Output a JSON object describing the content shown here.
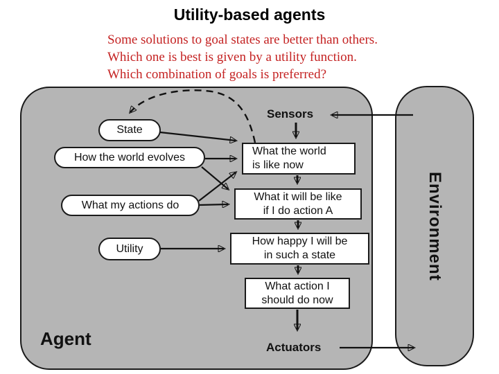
{
  "slide": {
    "title": "Utility-based agents",
    "intro_lines": [
      "Some solutions to goal states are better than others.",
      "Which one is best is given by a utility function.",
      "Which combination of goals is preferred?"
    ]
  },
  "diagram": {
    "agent_label": "Agent",
    "environment_label": "Environment",
    "sensors_label": "Sensors",
    "actuators_label": "Actuators",
    "ellipses": {
      "state": "State",
      "world_evolves": "How the world evolves",
      "actions": "What my actions do",
      "utility": "Utility"
    },
    "boxes": {
      "world_now": {
        "line1": "What the world",
        "line2": "is like now"
      },
      "future": {
        "line1": "What it will be like",
        "line2": "if I do action A"
      },
      "happiness": {
        "line1": "How happy I will be",
        "line2": "in such a state"
      },
      "action": {
        "line1": "What action I",
        "line2": "should do now"
      }
    }
  },
  "colors": {
    "panel_gray": "#b5b5b5",
    "node_white": "#ffffff",
    "line_black": "#111111",
    "intro_red": "#c42222",
    "title_black": "#000000",
    "background": "#ffffff"
  }
}
